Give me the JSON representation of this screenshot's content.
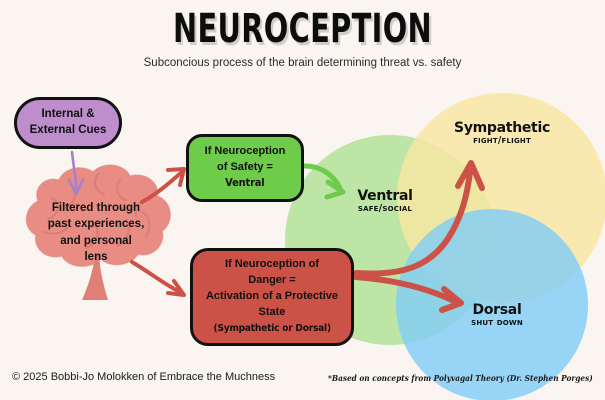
{
  "header": {
    "title": "NEUROCEPTION",
    "subtitle": "Subconcious process of the brain determining threat vs. safety"
  },
  "footer": {
    "copyright": "© 2025 Bobbi-Jo Molokken of Embrace the Muchness",
    "source_note": "*Based on concepts from Polyvagal Theory (Dr. Stephen Porges)"
  },
  "flow": {
    "cues_box": {
      "line1": "Internal &",
      "line2": "External Cues",
      "color": "#bd8ecb"
    },
    "brain": {
      "line1": "Filtered through",
      "line2": "past experiences,",
      "line3": "and personal",
      "line4": "lens",
      "color": "#e98d84"
    },
    "safety_box": {
      "line1": "If Neuroception",
      "line2": "of Safety =",
      "line3": "Ventral",
      "color": "#6fcb4a"
    },
    "danger_box": {
      "line1": "If Neuroception of",
      "line2": "Danger =",
      "line3": "Activation of a Protective",
      "line4": "State",
      "line5": "(Sympathetic or Dorsal)",
      "color": "#cc5248"
    }
  },
  "venn": {
    "circles": [
      {
        "name": "ventral",
        "label": "Ventral",
        "sublabel": "Safe/Social",
        "color": "#b4e39a"
      },
      {
        "name": "sympathetic",
        "label": "Sympathetic",
        "sublabel": "Fight/Flight",
        "color": "#f9e6a2"
      },
      {
        "name": "dorsal",
        "label": "Dorsal",
        "sublabel": "Shut Down",
        "color": "#82cdf5"
      }
    ]
  },
  "arrows": {
    "cues_to_brain": {
      "color": "#a77fce"
    },
    "brain_to_safety": {
      "color": "#cc5248"
    },
    "brain_to_danger": {
      "color": "#cc5248"
    },
    "safety_to_ventral": {
      "color": "#6fcb4a"
    },
    "danger_to_sympathetic": {
      "color": "#cc5248"
    },
    "danger_to_dorsal": {
      "color": "#cc5248"
    }
  },
  "colors": {
    "background": "#faf5f0",
    "outline": "#111111"
  }
}
